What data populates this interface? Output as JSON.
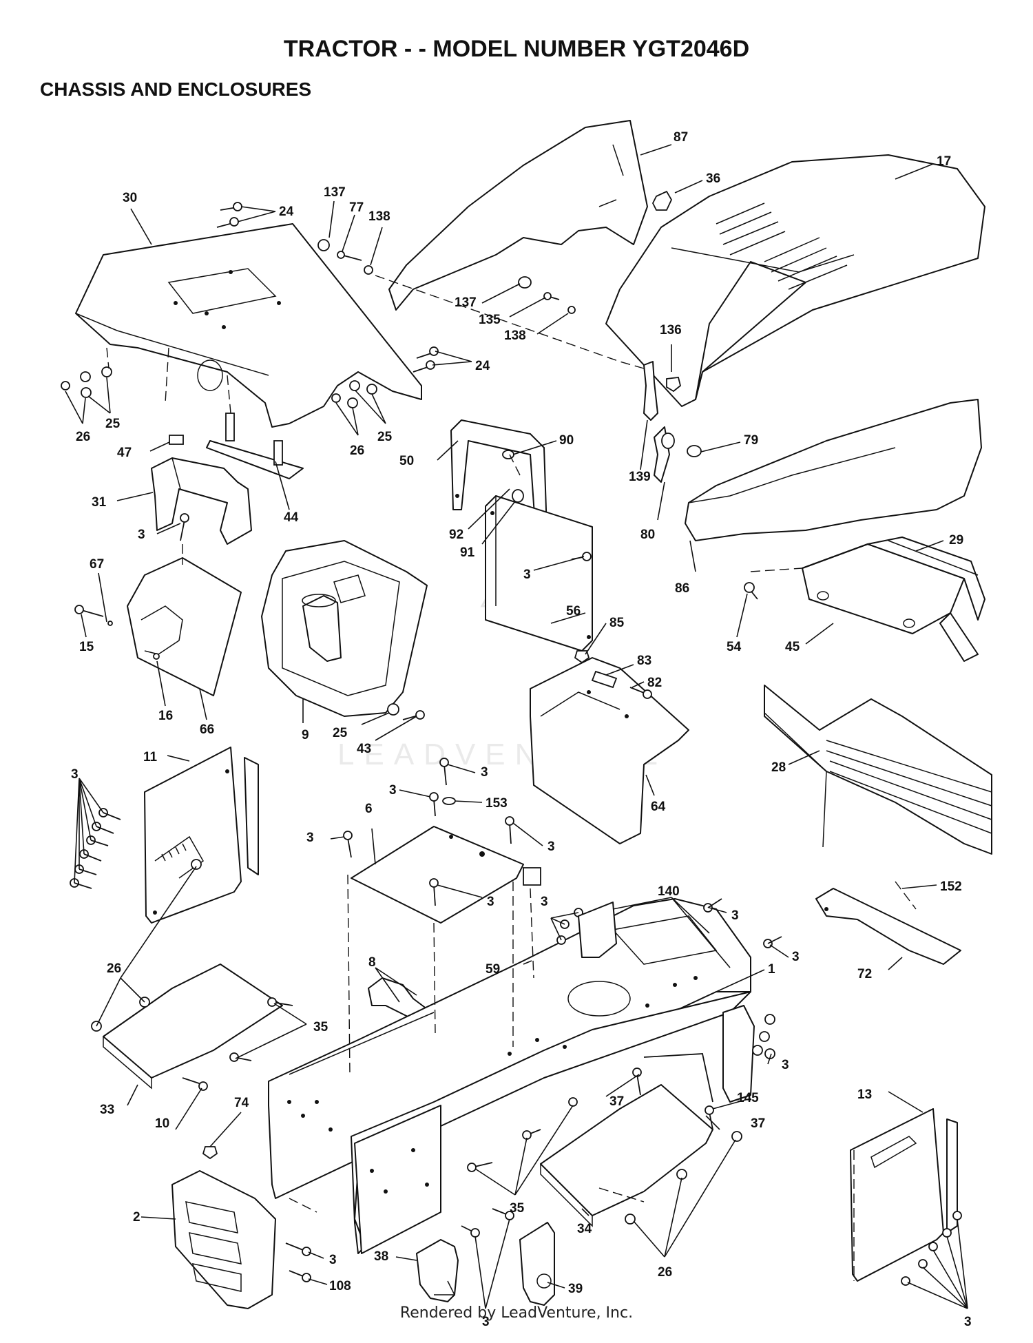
{
  "title": "TRACTOR - - MODEL NUMBER YGT2046D",
  "subtitle": "CHASSIS AND ENCLOSURES",
  "footer": "Rendered by LeadVenture, Inc.",
  "watermark": "LEADVENTURE",
  "colors": {
    "ink": "#111111",
    "paper": "#ffffff",
    "watermark": "#cccccc"
  },
  "labels": [
    {
      "id": "l87",
      "text": "87"
    },
    {
      "id": "l17",
      "text": "17"
    },
    {
      "id": "l36",
      "text": "36"
    },
    {
      "id": "l30",
      "text": "30"
    },
    {
      "id": "l24a",
      "text": "24"
    },
    {
      "id": "l137a",
      "text": "137"
    },
    {
      "id": "l77",
      "text": "77"
    },
    {
      "id": "l138a",
      "text": "138"
    },
    {
      "id": "l137b",
      "text": "137"
    },
    {
      "id": "l135",
      "text": "135"
    },
    {
      "id": "l138b",
      "text": "138"
    },
    {
      "id": "l136",
      "text": "136"
    },
    {
      "id": "l24b",
      "text": "24"
    },
    {
      "id": "l25a",
      "text": "25"
    },
    {
      "id": "l26a",
      "text": "26"
    },
    {
      "id": "l26b",
      "text": "26"
    },
    {
      "id": "l25b",
      "text": "25"
    },
    {
      "id": "l47",
      "text": "47"
    },
    {
      "id": "l50",
      "text": "50"
    },
    {
      "id": "l90",
      "text": "90"
    },
    {
      "id": "l79",
      "text": "79"
    },
    {
      "id": "l139",
      "text": "139"
    },
    {
      "id": "l31",
      "text": "31"
    },
    {
      "id": "l44",
      "text": "44"
    },
    {
      "id": "l92",
      "text": "92"
    },
    {
      "id": "l91",
      "text": "91"
    },
    {
      "id": "l80",
      "text": "80"
    },
    {
      "id": "l3a",
      "text": "3"
    },
    {
      "id": "l3b",
      "text": "3"
    },
    {
      "id": "l86",
      "text": "86"
    },
    {
      "id": "l29",
      "text": "29"
    },
    {
      "id": "l67",
      "text": "67"
    },
    {
      "id": "l56",
      "text": "56"
    },
    {
      "id": "l85",
      "text": "85"
    },
    {
      "id": "l83",
      "text": "83"
    },
    {
      "id": "l82",
      "text": "82"
    },
    {
      "id": "l54",
      "text": "54"
    },
    {
      "id": "l45",
      "text": "45"
    },
    {
      "id": "l15",
      "text": "15"
    },
    {
      "id": "l16",
      "text": "16"
    },
    {
      "id": "l66",
      "text": "66"
    },
    {
      "id": "l9",
      "text": "9"
    },
    {
      "id": "l25c",
      "text": "25"
    },
    {
      "id": "l43",
      "text": "43"
    },
    {
      "id": "l11",
      "text": "11"
    },
    {
      "id": "l3c",
      "text": "3"
    },
    {
      "id": "l3d",
      "text": "3"
    },
    {
      "id": "l3e",
      "text": "3"
    },
    {
      "id": "l153",
      "text": "153"
    },
    {
      "id": "l64",
      "text": "64"
    },
    {
      "id": "l28",
      "text": "28"
    },
    {
      "id": "l6",
      "text": "6"
    },
    {
      "id": "l3f",
      "text": "3"
    },
    {
      "id": "l3g",
      "text": "3"
    },
    {
      "id": "l3h",
      "text": "3"
    },
    {
      "id": "l152",
      "text": "152"
    },
    {
      "id": "l3i",
      "text": "3"
    },
    {
      "id": "l140",
      "text": "140"
    },
    {
      "id": "l3j",
      "text": "3"
    },
    {
      "id": "l8",
      "text": "8"
    },
    {
      "id": "l3k",
      "text": "3"
    },
    {
      "id": "l59",
      "text": "59"
    },
    {
      "id": "l1",
      "text": "1"
    },
    {
      "id": "l72",
      "text": "72"
    },
    {
      "id": "l26c",
      "text": "26"
    },
    {
      "id": "l35a",
      "text": "35"
    },
    {
      "id": "l3l",
      "text": "3"
    },
    {
      "id": "l145",
      "text": "145"
    },
    {
      "id": "l37a",
      "text": "37"
    },
    {
      "id": "l13",
      "text": "13"
    },
    {
      "id": "l37b",
      "text": "37"
    },
    {
      "id": "l33",
      "text": "33"
    },
    {
      "id": "l10",
      "text": "10"
    },
    {
      "id": "l74",
      "text": "74"
    },
    {
      "id": "l35b",
      "text": "35"
    },
    {
      "id": "l2",
      "text": "2"
    },
    {
      "id": "l34",
      "text": "34"
    },
    {
      "id": "l26d",
      "text": "26"
    },
    {
      "id": "l38",
      "text": "38"
    },
    {
      "id": "l3m",
      "text": "3"
    },
    {
      "id": "l108",
      "text": "108"
    },
    {
      "id": "l3n",
      "text": "3"
    },
    {
      "id": "l39",
      "text": "39"
    },
    {
      "id": "l3o",
      "text": "3"
    }
  ]
}
